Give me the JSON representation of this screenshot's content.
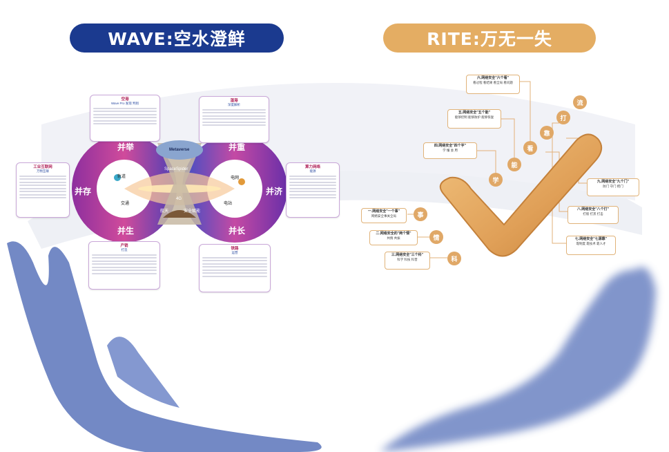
{
  "banners": {
    "left": "WAVE:空水澄鲜",
    "right": "RITE:万无一失"
  },
  "infinity": {
    "outer_labels": [
      "并举",
      "并重",
      "并存",
      "并济",
      "并生",
      "并长"
    ],
    "center": [
      "Metaverse",
      "SpaceSpider",
      "4G"
    ],
    "inner_left": [
      "轨道",
      "交通"
    ],
    "inner_right": [
      "电网",
      "电站"
    ],
    "bottom": [
      "航天",
      "安全赋能"
    ]
  },
  "cards": {
    "top_left": {
      "title": "空港",
      "sub": "Wave Pro 发现 判别"
    },
    "top_right": {
      "title": "湿港",
      "sub": "深度解析"
    },
    "left": {
      "title": "工业互联网",
      "sub": "万物互联"
    },
    "right": {
      "title": "算力网络",
      "sub": "能源"
    },
    "bottom_left": {
      "title": "产销",
      "sub": "打造"
    },
    "bottom_right": {
      "title": "铁路",
      "sub": "运营"
    }
  },
  "rite": {
    "circles_left": [
      "事",
      "情",
      "科"
    ],
    "circles_up": [
      "学",
      "能",
      "看",
      "靠",
      "打",
      "流"
    ],
    "boxes": [
      {
        "h": "六.网络安全\"六个看\"",
        "b": "看过程 看结果 看全局 看问题"
      },
      {
        "h": "五.网络安全\"五个能\"",
        "b": "能够控制 能够防护 能够恢复"
      },
      {
        "h": "四.网络安全\"四个字\"",
        "b": "学 懂 会 用"
      },
      {
        "h": "一.网络安全\"一个事\"",
        "b": "网络安全事关全局"
      },
      {
        "h": "二.网络安全的\"两个情\"",
        "b": "共情 共振"
      },
      {
        "h": "三.网络安全\"三个科\"",
        "b": "科学 科技 科普"
      },
      {
        "h": "九.网络安全\"九个门\"",
        "b": "防门 守门 把门"
      },
      {
        "h": "八.网络安全\"八个打\"",
        "b": "打假 打黑 打击"
      },
      {
        "h": "七.网络安全\"七源靠\"",
        "b": "靠制度 靠技术 靠人才"
      }
    ]
  },
  "colors": {
    "navy": "#1b3a8f",
    "gold": "#e4ad63",
    "hand": "#6c83c2"
  }
}
